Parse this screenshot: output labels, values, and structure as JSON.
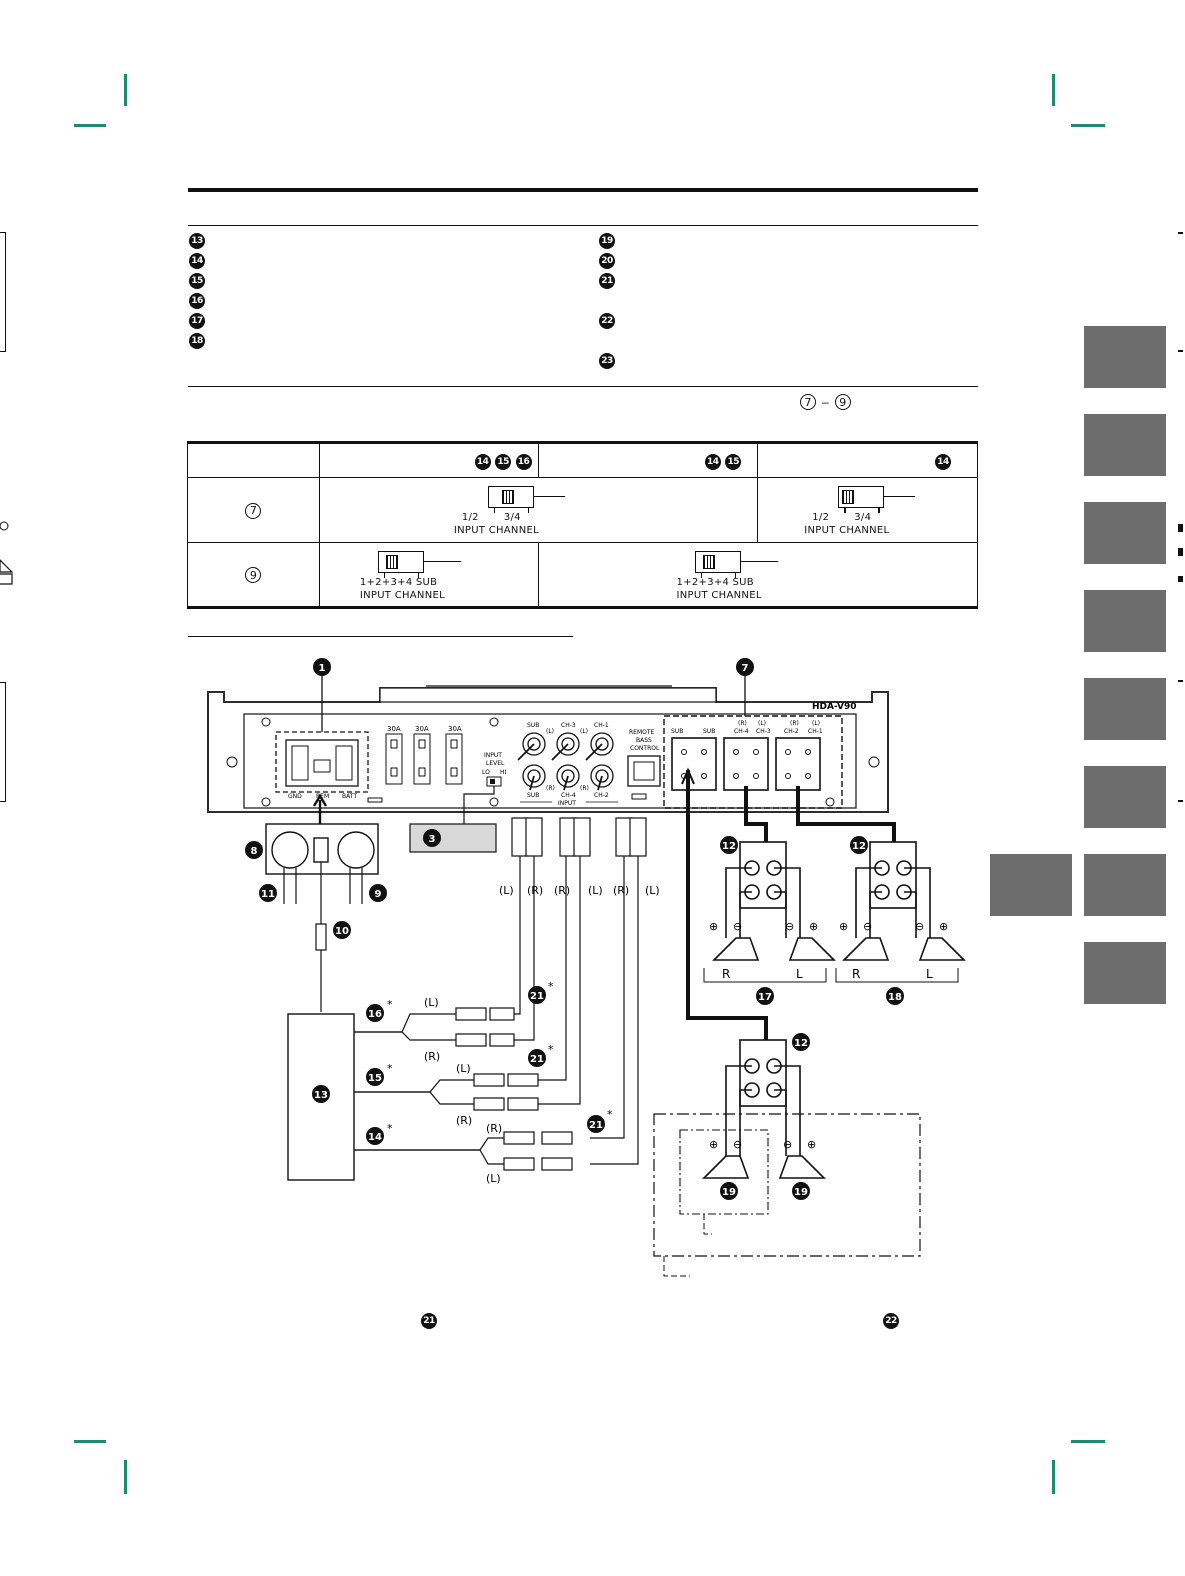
{
  "colors": {
    "crop_mark": "#1f8a70",
    "side_tab": "#6d6d6d",
    "ink": "#111111"
  },
  "left_list": [
    "13",
    "14",
    "15",
    "16",
    "17",
    "18"
  ],
  "right_list": [
    "19",
    "20",
    "21",
    "22",
    "23"
  ],
  "ref_note": {
    "a": "7",
    "sep": "–",
    "b": "9"
  },
  "switch_table": {
    "col_badges": [
      [
        "14",
        "15",
        "16"
      ],
      [
        "14",
        "15"
      ],
      [
        "14"
      ]
    ],
    "row1_label": "7",
    "row2_label": "9",
    "sw1": {
      "left": "1/2",
      "right": "3/4",
      "name": "INPUT CHANNEL"
    },
    "sw2": {
      "left": "1+2+3+4",
      "right": "SUB",
      "name": "INPUT CHANNEL"
    }
  },
  "diagram": {
    "model": "HDA-V90",
    "fuses": [
      "30A",
      "30A",
      "30A"
    ],
    "terminals": [
      "GND",
      "REM",
      "BATT"
    ],
    "input_level": {
      "title1": "INPUT",
      "title2": "LEVEL",
      "lo": "LO",
      "hi": "HI"
    },
    "rca_top": [
      "SUB",
      "CH-3",
      "CH-1"
    ],
    "rca_bottom": [
      "SUB",
      "CH-4",
      "CH-2"
    ],
    "rca_input": "INPUT",
    "rca_lr_top": [
      "(L)",
      "(L)"
    ],
    "rca_lr_bottom": [
      "(R)",
      "(R)"
    ],
    "remote": [
      "REMOTE",
      "BASS",
      "CONTROL"
    ],
    "speaker_out": [
      {
        "top": "",
        "label": "SUB"
      },
      {
        "top": "(R)",
        "label": "CH-4"
      },
      {
        "top": "(L)",
        "label": "CH-3"
      },
      {
        "top": "(R)",
        "label": "CH-2"
      },
      {
        "top": "(L)",
        "label": "CH-1"
      }
    ],
    "cable_lr": [
      "(L)",
      "(R)",
      "(R)",
      "(L)",
      "(R)",
      "(L)"
    ],
    "callouts": [
      "1",
      "7",
      "3",
      "8",
      "9",
      "10",
      "11",
      "12",
      "13",
      "14",
      "15",
      "16",
      "17",
      "18",
      "19",
      "21",
      "22"
    ],
    "source_lr": {
      "c16": [
        "(L)",
        "(R)"
      ],
      "c15": [
        "(L)",
        "(R)"
      ],
      "c14": [
        "(R)",
        "(L)"
      ]
    },
    "asterisk": "*",
    "spk_rl": [
      "R",
      "L",
      "R",
      "L"
    ]
  },
  "footer_badges": [
    "21",
    "22"
  ]
}
